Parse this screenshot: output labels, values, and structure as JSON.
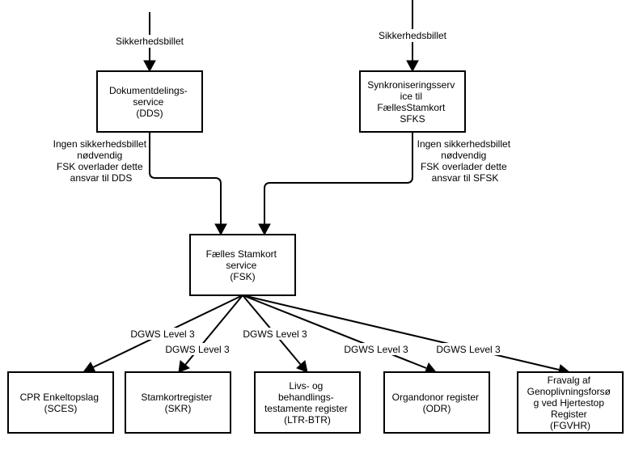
{
  "nodes": {
    "dds": {
      "lines": [
        "Dokumentdelings-",
        "service",
        "(DDS)"
      ]
    },
    "sfks": {
      "lines": [
        "Synkroniseringsserv",
        "ice til",
        "FællesStamkort",
        "SFKS"
      ]
    },
    "fsk": {
      "lines": [
        "Fælles Stamkort",
        "service",
        "(FSK)"
      ]
    },
    "sces": {
      "lines": [
        "CPR Enkeltopslag",
        "(SCES)"
      ]
    },
    "skr": {
      "lines": [
        "Stamkortregister",
        "(SKR)"
      ]
    },
    "ltr": {
      "lines": [
        "Livs- og",
        "behandlings-",
        "testamente register",
        "(LTR-BTR)"
      ]
    },
    "odr": {
      "lines": [
        "Organdonor register",
        "(ODR)"
      ]
    },
    "fgvhr": {
      "lines": [
        "Fravalg af",
        "Genoplivningsforsø",
        "g ved Hjertestop",
        "Register",
        "(FGVHR)"
      ]
    }
  },
  "edges": {
    "in_dds": {
      "label": "Sikkerhedsbillet"
    },
    "in_sfks": {
      "label": "Sikkerhedsbillet"
    },
    "dds_fsk": {
      "lines": [
        "Ingen sikkerhedsbillet",
        "nødvendig",
        "FSK overlader dette",
        "ansvar til DDS"
      ]
    },
    "sfks_fsk": {
      "lines": [
        "Ingen sikkerhedsbillet",
        "nødvendig",
        "FSK overlader dette",
        "ansvar til SFSK"
      ]
    },
    "fsk_sces": {
      "label": "DGWS Level 3"
    },
    "fsk_skr": {
      "label": "DGWS Level 3"
    },
    "fsk_ltr": {
      "label": "DGWS Level 3"
    },
    "fsk_odr": {
      "label": "DGWS Level 3"
    },
    "fsk_fgvhr": {
      "label": "DGWS Level 3"
    }
  }
}
